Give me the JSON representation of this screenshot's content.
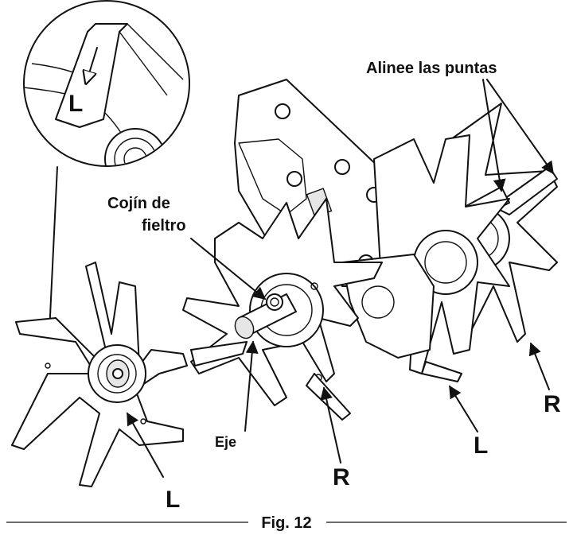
{
  "labels": {
    "align_tips": "Alinee las puntas",
    "felt_pad_line1": "Cojín de",
    "felt_pad_line2": "fieltro",
    "axle": "Eje",
    "right_outer": "R",
    "right_inner": "R",
    "left_inner": "L",
    "left_tine": "L",
    "detail_mark": "L"
  },
  "caption": "Fig. 12"
}
